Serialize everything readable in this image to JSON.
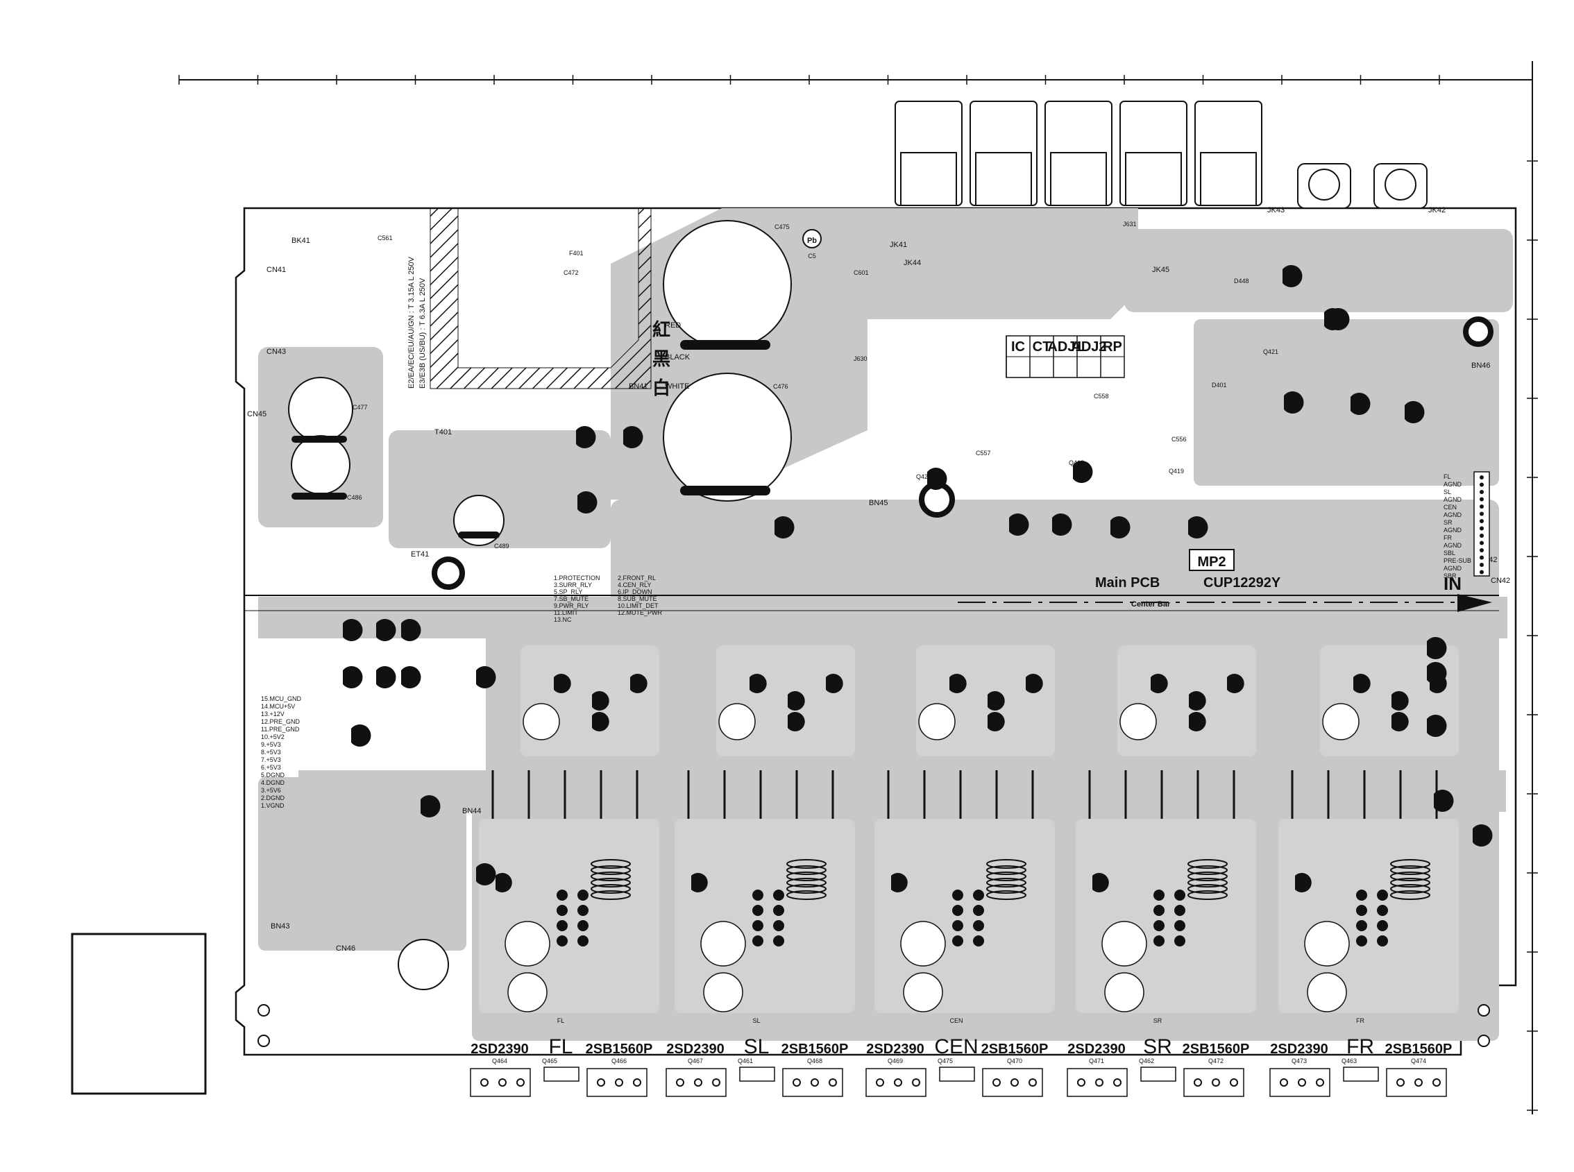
{
  "board": {
    "model_box": "MP2",
    "pcb_label": "Main PCB",
    "pcb_code": "CUP12292Y",
    "center_bar": "Center Bar",
    "in_marker": "IN",
    "pb_mark": "Pb",
    "pb_sub": "C5"
  },
  "adjust_table": [
    "IC",
    "CT",
    "ADJ1",
    "ADJ2",
    "RP"
  ],
  "wire_colors": [
    {
      "cn": "紅",
      "en": "RED"
    },
    {
      "cn": "黑",
      "en": "BLACK"
    },
    {
      "cn": "白",
      "en": "WHITE"
    }
  ],
  "fuse_notes": [
    "E2/EA/EC/EU/AU/GN : T 3.15A L 250V",
    "E3/E3B (US/BU) : T 6.3A L 250V"
  ],
  "connectors": [
    "BK41",
    "CN41",
    "CN42",
    "CN43",
    "CN45",
    "BN41",
    "BN42",
    "BN43",
    "BN44",
    "BN45",
    "BN46",
    "CN46",
    "JK41",
    "JK42",
    "JK43",
    "JK44",
    "JK45",
    "ET41",
    "T401"
  ],
  "parts_top": [
    "C475",
    "C476",
    "C477",
    "C486",
    "C489",
    "C601",
    "C472",
    "F401",
    "J630",
    "J631",
    "Q418",
    "Q419",
    "Q420",
    "Q421",
    "D401",
    "D448",
    "C561",
    "C556",
    "C557",
    "C558"
  ],
  "left_pin_list": [
    "15.MCU_GND",
    "14.MCU+5V",
    "13.+12V",
    "12.PRE_GND",
    "11.PRE_GND",
    "10.+5V2",
    "9.+5V3",
    "8.+5V3",
    "7.+5V3",
    "6.+5V3",
    "5.DGND",
    "4.DGND",
    "3.+5V6",
    "2.DGND",
    "1.VGND"
  ],
  "relay_notes": [
    "1.PROTECTION",
    "2.FRONT_RL",
    "3.SURR_RLY",
    "4.CEN_RLY",
    "5.SP_RLY",
    "6.IP_DOWN",
    "7.SB_MUTE",
    "8.SUB_MUTE",
    "9.PWR_RLY",
    "10.LIMIT_DET",
    "11.LIMIT",
    "12.MUTE_PWR",
    "13.NC"
  ],
  "right_pin_labels": [
    "FL",
    "AGND",
    "SL",
    "AGND",
    "CEN",
    "AGND",
    "SR",
    "AGND",
    "FR",
    "AGND",
    "SBL",
    "PRE-SUB",
    "AGND",
    "SBR"
  ],
  "bottom_pads": [
    "FL",
    "SL",
    "CEN",
    "SR",
    "FR"
  ],
  "channels": [
    {
      "name": "FL",
      "left_tr": "2SD2390",
      "right_tr": "2SB1560P",
      "q_left": "Q464",
      "q_mid": "Q465",
      "q_right": "Q466"
    },
    {
      "name": "SL",
      "left_tr": "2SD2390",
      "right_tr": "2SB1560P",
      "q_left": "Q467",
      "q_mid": "Q461",
      "q_right": "Q468"
    },
    {
      "name": "CEN",
      "left_tr": "2SD2390",
      "right_tr": "2SB1560P",
      "q_left": "Q469",
      "q_mid": "Q475",
      "q_right": "Q470"
    },
    {
      "name": "SR",
      "left_tr": "2SD2390",
      "right_tr": "2SB1560P",
      "q_left": "Q471",
      "q_mid": "Q462",
      "q_right": "Q472"
    },
    {
      "name": "FR",
      "left_tr": "2SD2390",
      "right_tr": "2SB1560P",
      "q_left": "Q473",
      "q_mid": "Q463",
      "q_right": "Q474"
    }
  ],
  "colors": {
    "trace": "#c8c8c8",
    "ink": "#111111",
    "paper": "#ffffff"
  }
}
